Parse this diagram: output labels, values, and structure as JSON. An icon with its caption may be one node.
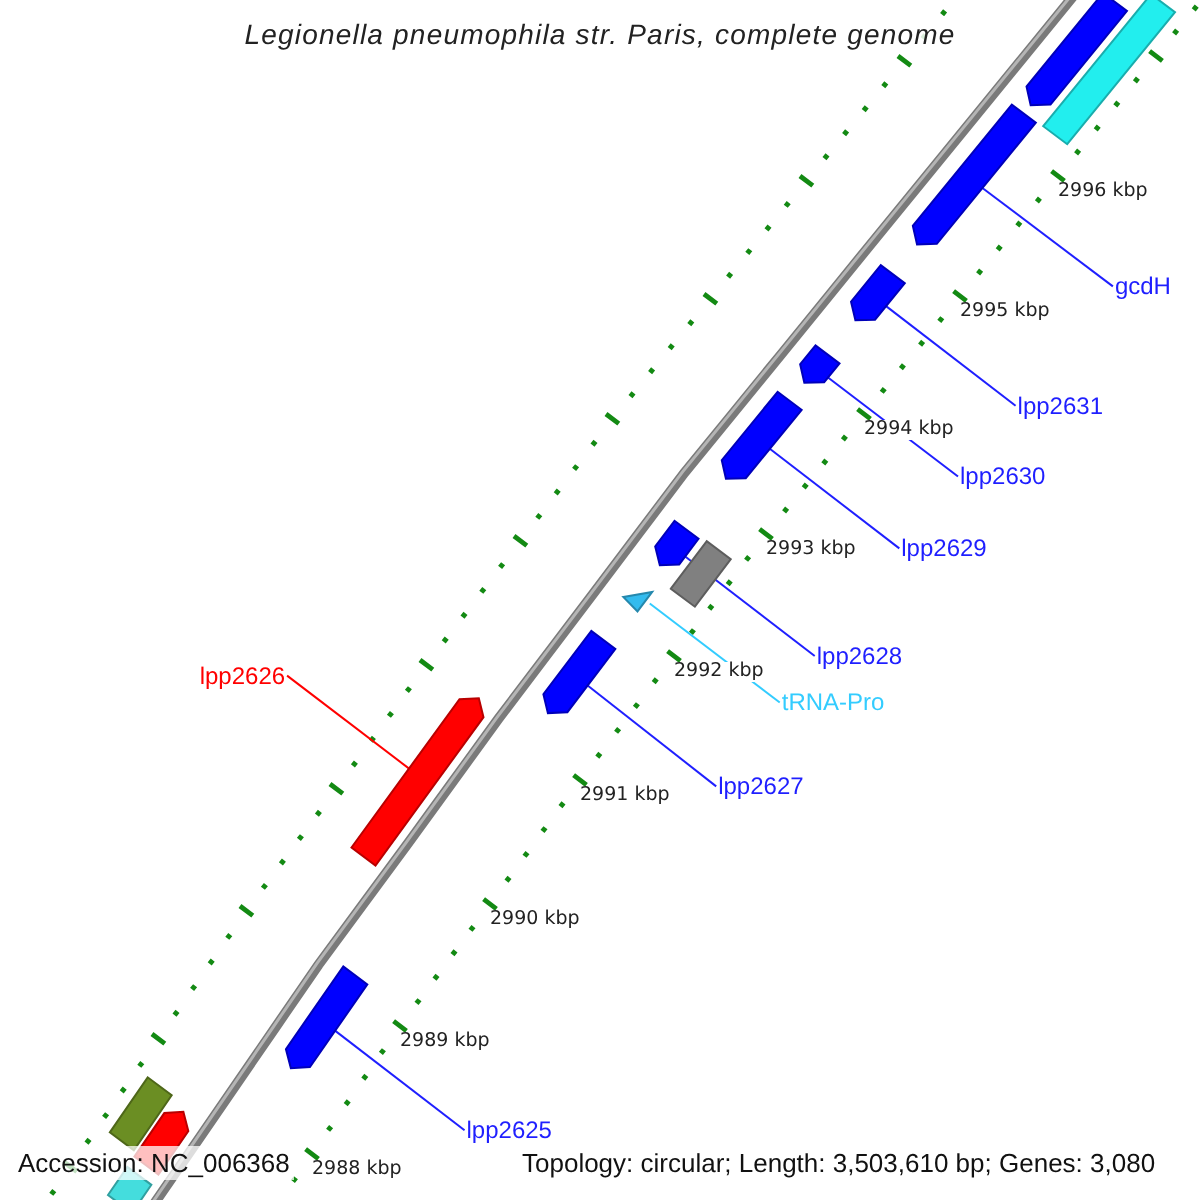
{
  "diagram": {
    "title": "Legionella pneumophila str. Paris, complete genome",
    "nodes": [
      {
        "text": [],
        "shape": "bar"
      },
      {
        "text": [],
        "shape": "bar"
      },
      {
        "text": [],
        "shape": "bar"
      },
      {
        "text": [
          "gcdH"
        ]
      },
      {
        "text": [],
        "shape": "bar"
      },
      {
        "text": [
          "lpp2631"
        ]
      },
      {
        "text": [],
        "shape": "bar"
      },
      {
        "text": [
          "lpp2630"
        ]
      },
      {
        "text": [],
        "shape": "bar"
      },
      {
        "text": [
          "lpp2629"
        ]
      },
      {
        "text": [],
        "shape": "bar"
      },
      {
        "text": [],
        "shape": "bar"
      },
      {
        "text": [
          "lpp2628"
        ]
      },
      {
        "text": [],
        "shape": "triangle"
      },
      {
        "text": [
          "tRNA-Pro"
        ]
      },
      {
        "text": [
          "lpp2626"
        ]
      },
      {
        "text": [],
        "shape": "bar"
      },
      {
        "text": [],
        "shape": "bar"
      },
      {
        "text": [
          "lpp2627"
        ]
      },
      {
        "text": [],
        "shape": "bar"
      },
      {
        "text": [
          "lpp2625"
        ]
      },
      {
        "text": [],
        "shape": "bar"
      },
      {
        "text": [],
        "shape": "bar"
      },
      {
        "text": [],
        "shape": "bar"
      }
    ],
    "edges": [
      {
        "from": 3,
        "to": 2,
        "arrow": "none"
      },
      {
        "from": 5,
        "to": 4,
        "arrow": "none"
      },
      {
        "from": 7,
        "to": 6,
        "arrow": "none"
      },
      {
        "from": 9,
        "to": 8,
        "arrow": "none"
      },
      {
        "from": 12,
        "to": 10,
        "arrow": "none"
      },
      {
        "from": 14,
        "to": 13,
        "arrow": "none",
        "color": "#33ccff"
      },
      {
        "from": 15,
        "to": 16,
        "arrow": "none",
        "color": "#ff0000"
      },
      {
        "from": 18,
        "to": 17,
        "arrow": "none"
      },
      {
        "from": 20,
        "to": 19,
        "arrow": "none"
      }
    ],
    "labels": [
      "2996 kbp",
      "2995 kbp",
      "2994 kbp",
      "2993 kbp",
      "2992 kbp",
      "2991 kbp",
      "2990 kbp",
      "2989 kbp",
      "2988 kbp",
      "Accession: NC_006368",
      "Topology: circular; Length: 3,503,610 bp; Genes: 3,080"
    ]
  }
}
